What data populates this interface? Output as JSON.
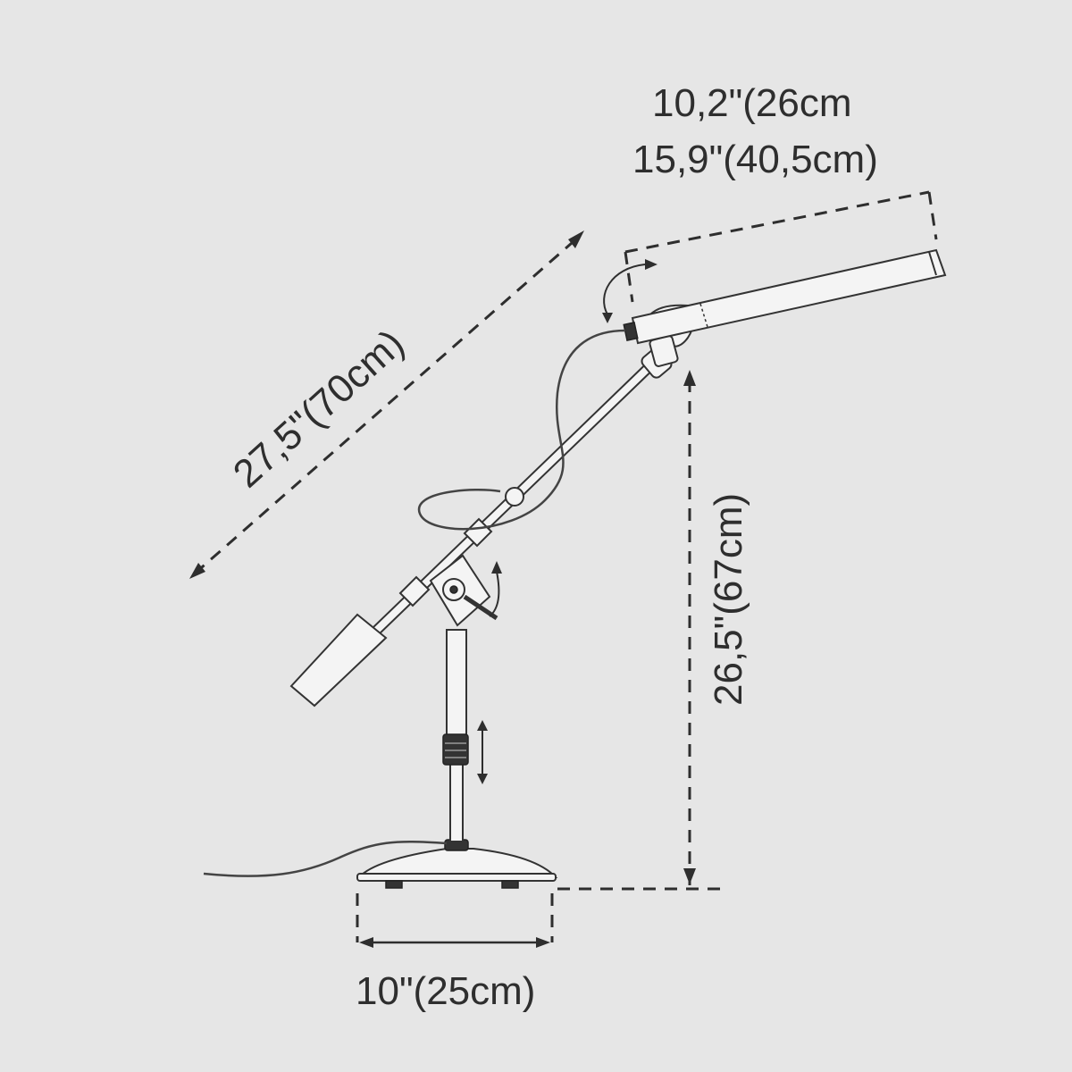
{
  "diagram": {
    "labels": {
      "mic_length": "10,2\"(26cm",
      "mic_total_length": "15,9\"(40,5cm)",
      "boom_length": "27,5\"(70cm)",
      "height": "26,5\"(67cm)",
      "base_width": "10\"(25cm)"
    },
    "colors": {
      "background": "#e6e6e6",
      "line": "#2e2e2e"
    }
  }
}
